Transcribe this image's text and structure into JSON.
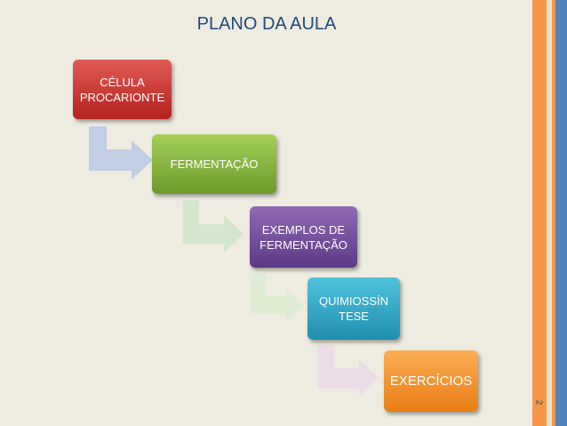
{
  "slide": {
    "title": "PLANO DA AULA",
    "page_number": "2"
  },
  "steps": [
    {
      "label": "CÉLULA PROCARIONTE",
      "color": "#C0302C"
    },
    {
      "label": "FERMENTAÇÃO",
      "color": "#7FAE3C"
    },
    {
      "label": "EXEMPLOS DE FERMENTAÇÃO",
      "color": "#6A4598"
    },
    {
      "label": "QUIMIOSSÍN TESE",
      "color": "#2C9EC0"
    },
    {
      "label": "EXERCÍCIOS",
      "color": "#F28A26"
    }
  ],
  "connectors": [
    {
      "color": "#B8C9E3"
    },
    {
      "color": "#CFE5C9"
    },
    {
      "color": "#DDEDD3"
    },
    {
      "color": "#EBDCE7"
    }
  ],
  "accent_bar": {
    "primary": "#F79646",
    "secondary": "#4F81BD"
  }
}
